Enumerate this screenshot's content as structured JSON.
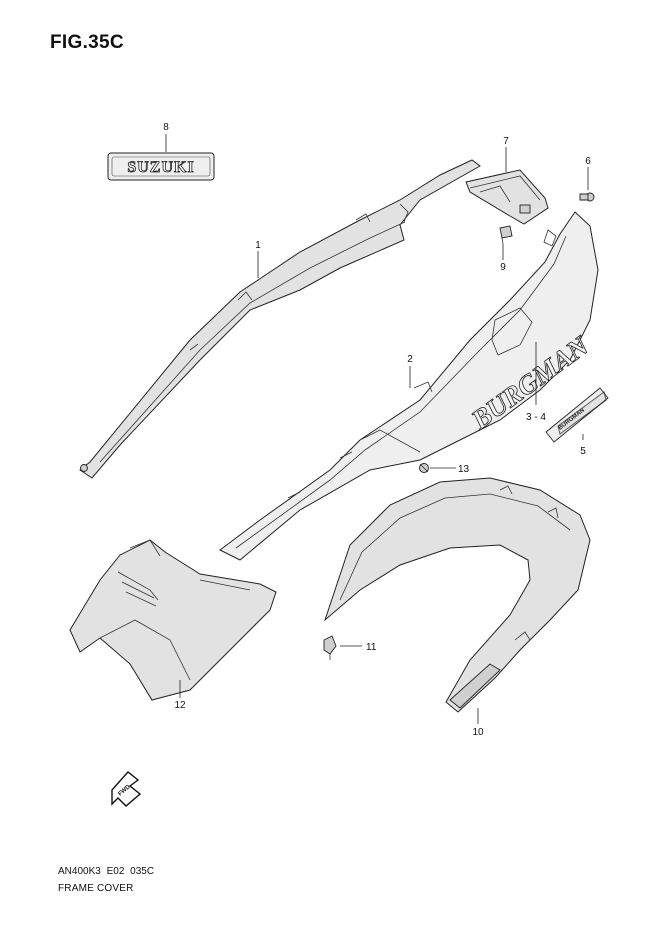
{
  "figure": {
    "title": "FIG.35C",
    "code": "AN400K3 E02  035C",
    "caption": "FRAME COVER"
  },
  "emblems": {
    "suzuki_logo": "SUZUKI",
    "burgman_logo": "BURGMAN",
    "small_badge": "BURGMAN",
    "fwd_arrow": "FWD"
  },
  "callouts": [
    {
      "id": "1",
      "label": "1"
    },
    {
      "id": "2",
      "label": "2"
    },
    {
      "id": "3-4",
      "label": "3 - 4"
    },
    {
      "id": "5",
      "label": "5"
    },
    {
      "id": "6",
      "label": "6"
    },
    {
      "id": "7",
      "label": "7"
    },
    {
      "id": "8",
      "label": "8"
    },
    {
      "id": "9",
      "label": "9"
    },
    {
      "id": "10",
      "label": "10"
    },
    {
      "id": "11",
      "label": "11"
    },
    {
      "id": "12",
      "label": "12"
    },
    {
      "id": "13",
      "label": "13"
    }
  ]
}
